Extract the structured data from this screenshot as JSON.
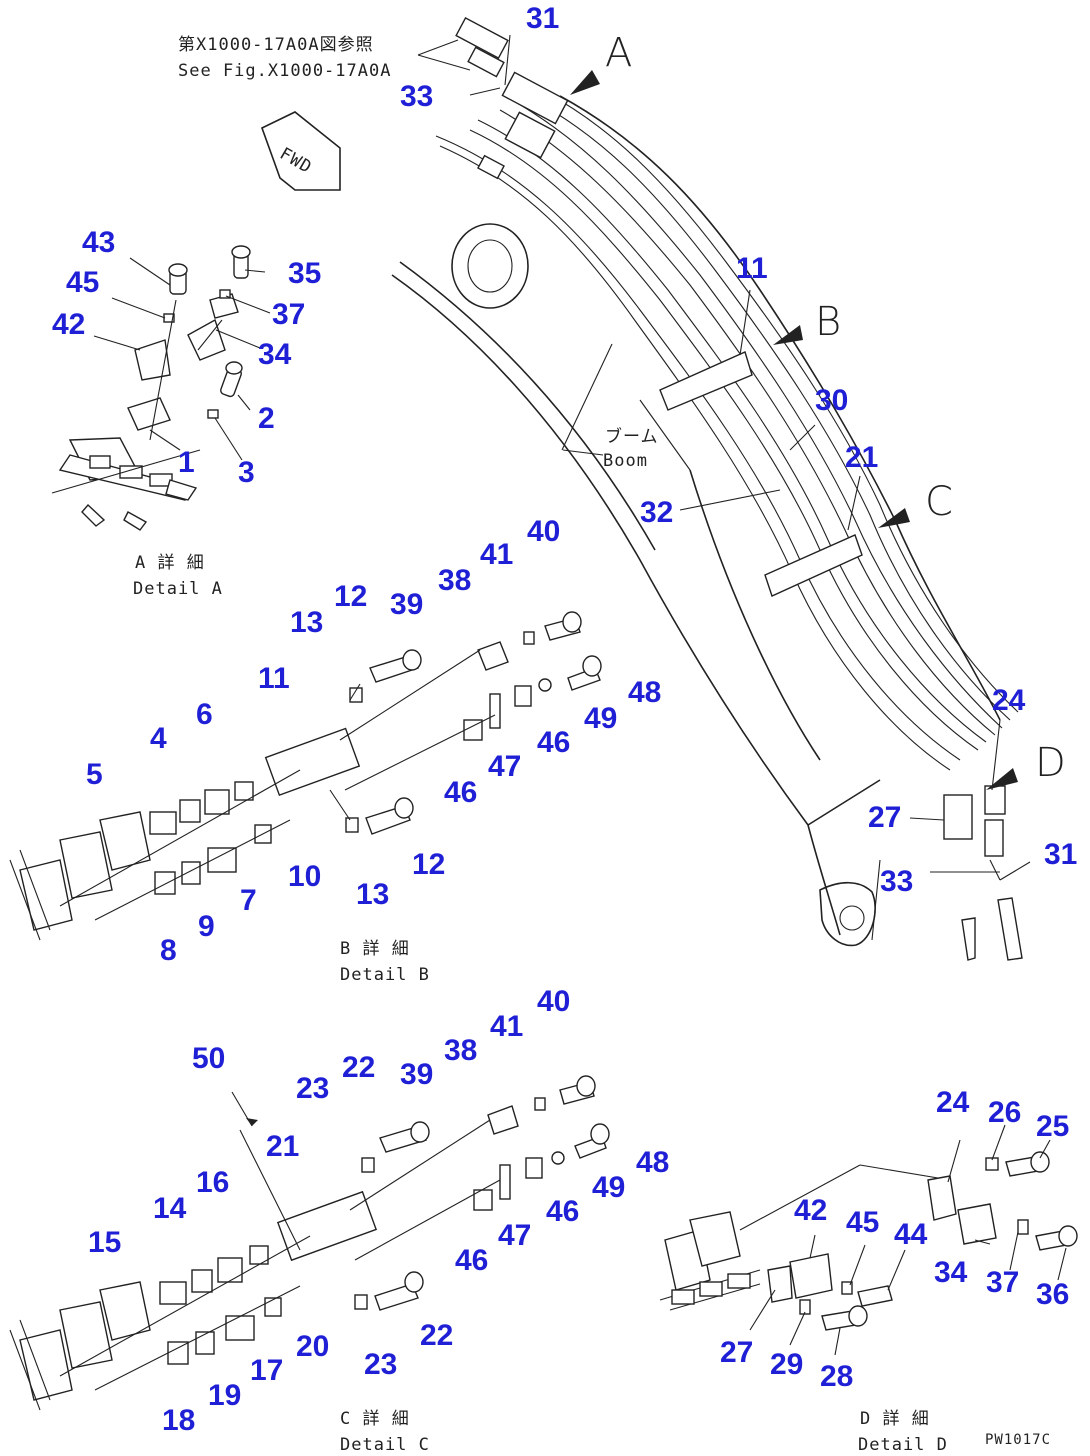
{
  "labels": {
    "ref_jp": "第X1000-17A0A図参照",
    "ref_en": "See Fig.X1000-17A0A",
    "boom_jp": "ブーム",
    "boom_en": "Boom",
    "detail_a_jp": "A 詳 細",
    "detail_a_en": "Detail A",
    "detail_b_jp": "B 詳 細",
    "detail_b_en": "Detail B",
    "detail_c_jp": "C 詳 細",
    "detail_c_en": "Detail C",
    "detail_d_jp": "D 詳 細",
    "detail_d_en": "Detail D",
    "fwd": "FWD",
    "view_a": "A",
    "view_b": "B",
    "view_c": "C",
    "view_d": "D",
    "figure_code": "PW1017C"
  },
  "callouts": {
    "top": [
      "31",
      "33"
    ],
    "boom": [
      "11",
      "30",
      "21",
      "32",
      "24",
      "27",
      "33",
      "31"
    ],
    "detail_a": [
      "43",
      "45",
      "35",
      "37",
      "42",
      "34",
      "2",
      "1",
      "3"
    ],
    "detail_b": [
      "13",
      "12",
      "39",
      "38",
      "41",
      "40",
      "11",
      "6",
      "4",
      "5",
      "48",
      "49",
      "46",
      "47",
      "46",
      "10",
      "7",
      "9",
      "8",
      "13",
      "12"
    ],
    "detail_c": [
      "50",
      "23",
      "22",
      "39",
      "38",
      "41",
      "40",
      "21",
      "16",
      "14",
      "15",
      "48",
      "49",
      "46",
      "47",
      "46",
      "20",
      "17",
      "19",
      "18",
      "23",
      "22"
    ],
    "detail_d": [
      "24",
      "26",
      "25",
      "42",
      "45",
      "44",
      "34",
      "37",
      "36",
      "27",
      "29",
      "28"
    ]
  }
}
